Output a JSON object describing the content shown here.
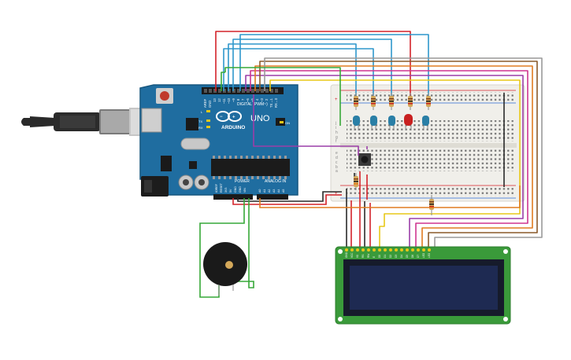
{
  "circuit": {
    "arduino": {
      "logo": "ARDUINO",
      "model": "UNO",
      "digital_label": "DIGITAL (PWM~)",
      "power_label": "POWER",
      "analog_label": "ANALOG IN",
      "reset_label": "RESET",
      "on_label": "ON",
      "tx_label": "TX",
      "rx_label": "RX",
      "l_label": "L",
      "header_labels": [
        "AREF",
        "GND",
        "13",
        "12",
        "~11",
        "~10",
        "~9",
        "8",
        "7",
        "~6",
        "~5",
        "4",
        "~3",
        "2",
        "TX→1",
        "RX←0"
      ]
    },
    "breadboard": {
      "row_letters_top": [
        "j",
        "i",
        "h",
        "g",
        "f"
      ],
      "row_letters_bottom": [
        "e",
        "d",
        "c",
        "b",
        "a"
      ],
      "plus": "+",
      "minus": "−"
    },
    "lcd": {
      "pin_labels": [
        "GND",
        "VCC",
        "V0",
        "RS",
        "RW",
        "E",
        "D0",
        "D1",
        "D2",
        "D3",
        "D4",
        "D5",
        "D6",
        "D7",
        "LED",
        "LED"
      ]
    },
    "colors": {
      "board": "#1f6da0",
      "breadboard": "#f0efea",
      "lcd_pcb": "#3a9a3a",
      "lcd_screen": "#1e2a52",
      "wire_red": "#d4232a",
      "wire_black": "#2a2a2a",
      "wire_blue": "#2f97cc",
      "wire_green": "#37a838",
      "wire_orange": "#e07b20",
      "wire_yellow": "#e8c818",
      "wire_purple": "#9b3ea8",
      "wire_magenta": "#cf3590",
      "wire_brown": "#8a5a2a",
      "wire_gray": "#9a9a9a",
      "led_blue": "#2a7fa6",
      "led_red": "#c8201f"
    }
  }
}
